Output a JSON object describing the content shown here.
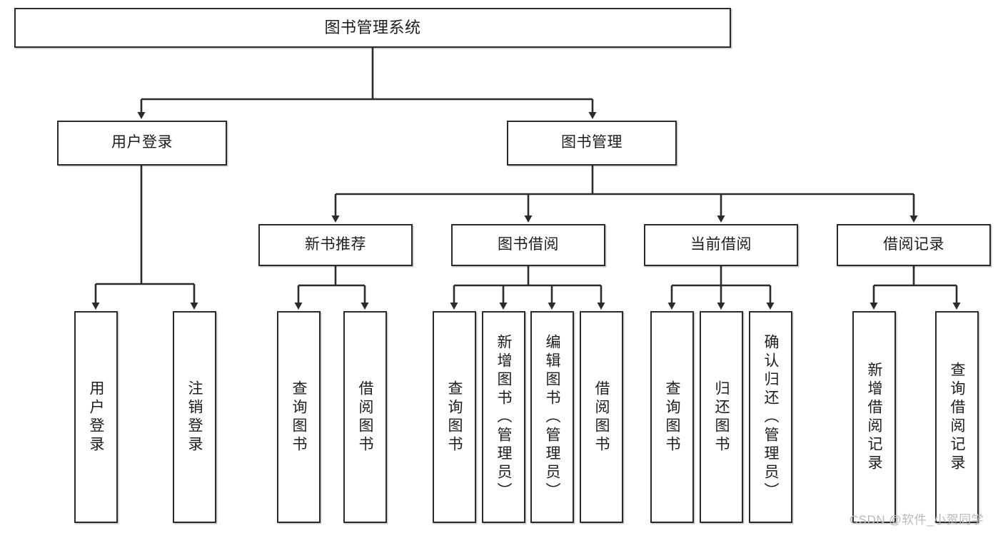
{
  "diagram": {
    "title": "图书管理系统",
    "watermark": "CSDN @软件_小贺同学",
    "colors": {
      "box_border": "#2b2b2b",
      "box_fill": "#ffffff",
      "edge": "#2b2b2b",
      "text": "#1d1d1d",
      "watermark": "#b9b9b9",
      "background": "#ffffff"
    },
    "root": {
      "label": "图书管理系统"
    },
    "level1": [
      {
        "label": "用户登录"
      },
      {
        "label": "图书管理"
      }
    ],
    "level2": [
      {
        "label": "新书推荐"
      },
      {
        "label": "图书借阅"
      },
      {
        "label": "当前借阅"
      },
      {
        "label": "借阅记录"
      }
    ],
    "leaves": {
      "user_login": [
        {
          "label": "用户登录"
        },
        {
          "label": "注销登录"
        }
      ],
      "new_book_recommend": [
        {
          "label": "查询图书"
        },
        {
          "label": "借阅图书"
        }
      ],
      "book_borrow": [
        {
          "label": "查询图书"
        },
        {
          "label": "新增图书（管理员）"
        },
        {
          "label": "编辑图书（管理员）"
        },
        {
          "label": "借阅图书"
        }
      ],
      "current_borrow": [
        {
          "label": "查询图书"
        },
        {
          "label": "归还图书"
        },
        {
          "label": "确认归还（管理员）"
        }
      ],
      "borrow_record": [
        {
          "label": "新增借阅记录"
        },
        {
          "label": "查询借阅记录"
        }
      ]
    }
  }
}
